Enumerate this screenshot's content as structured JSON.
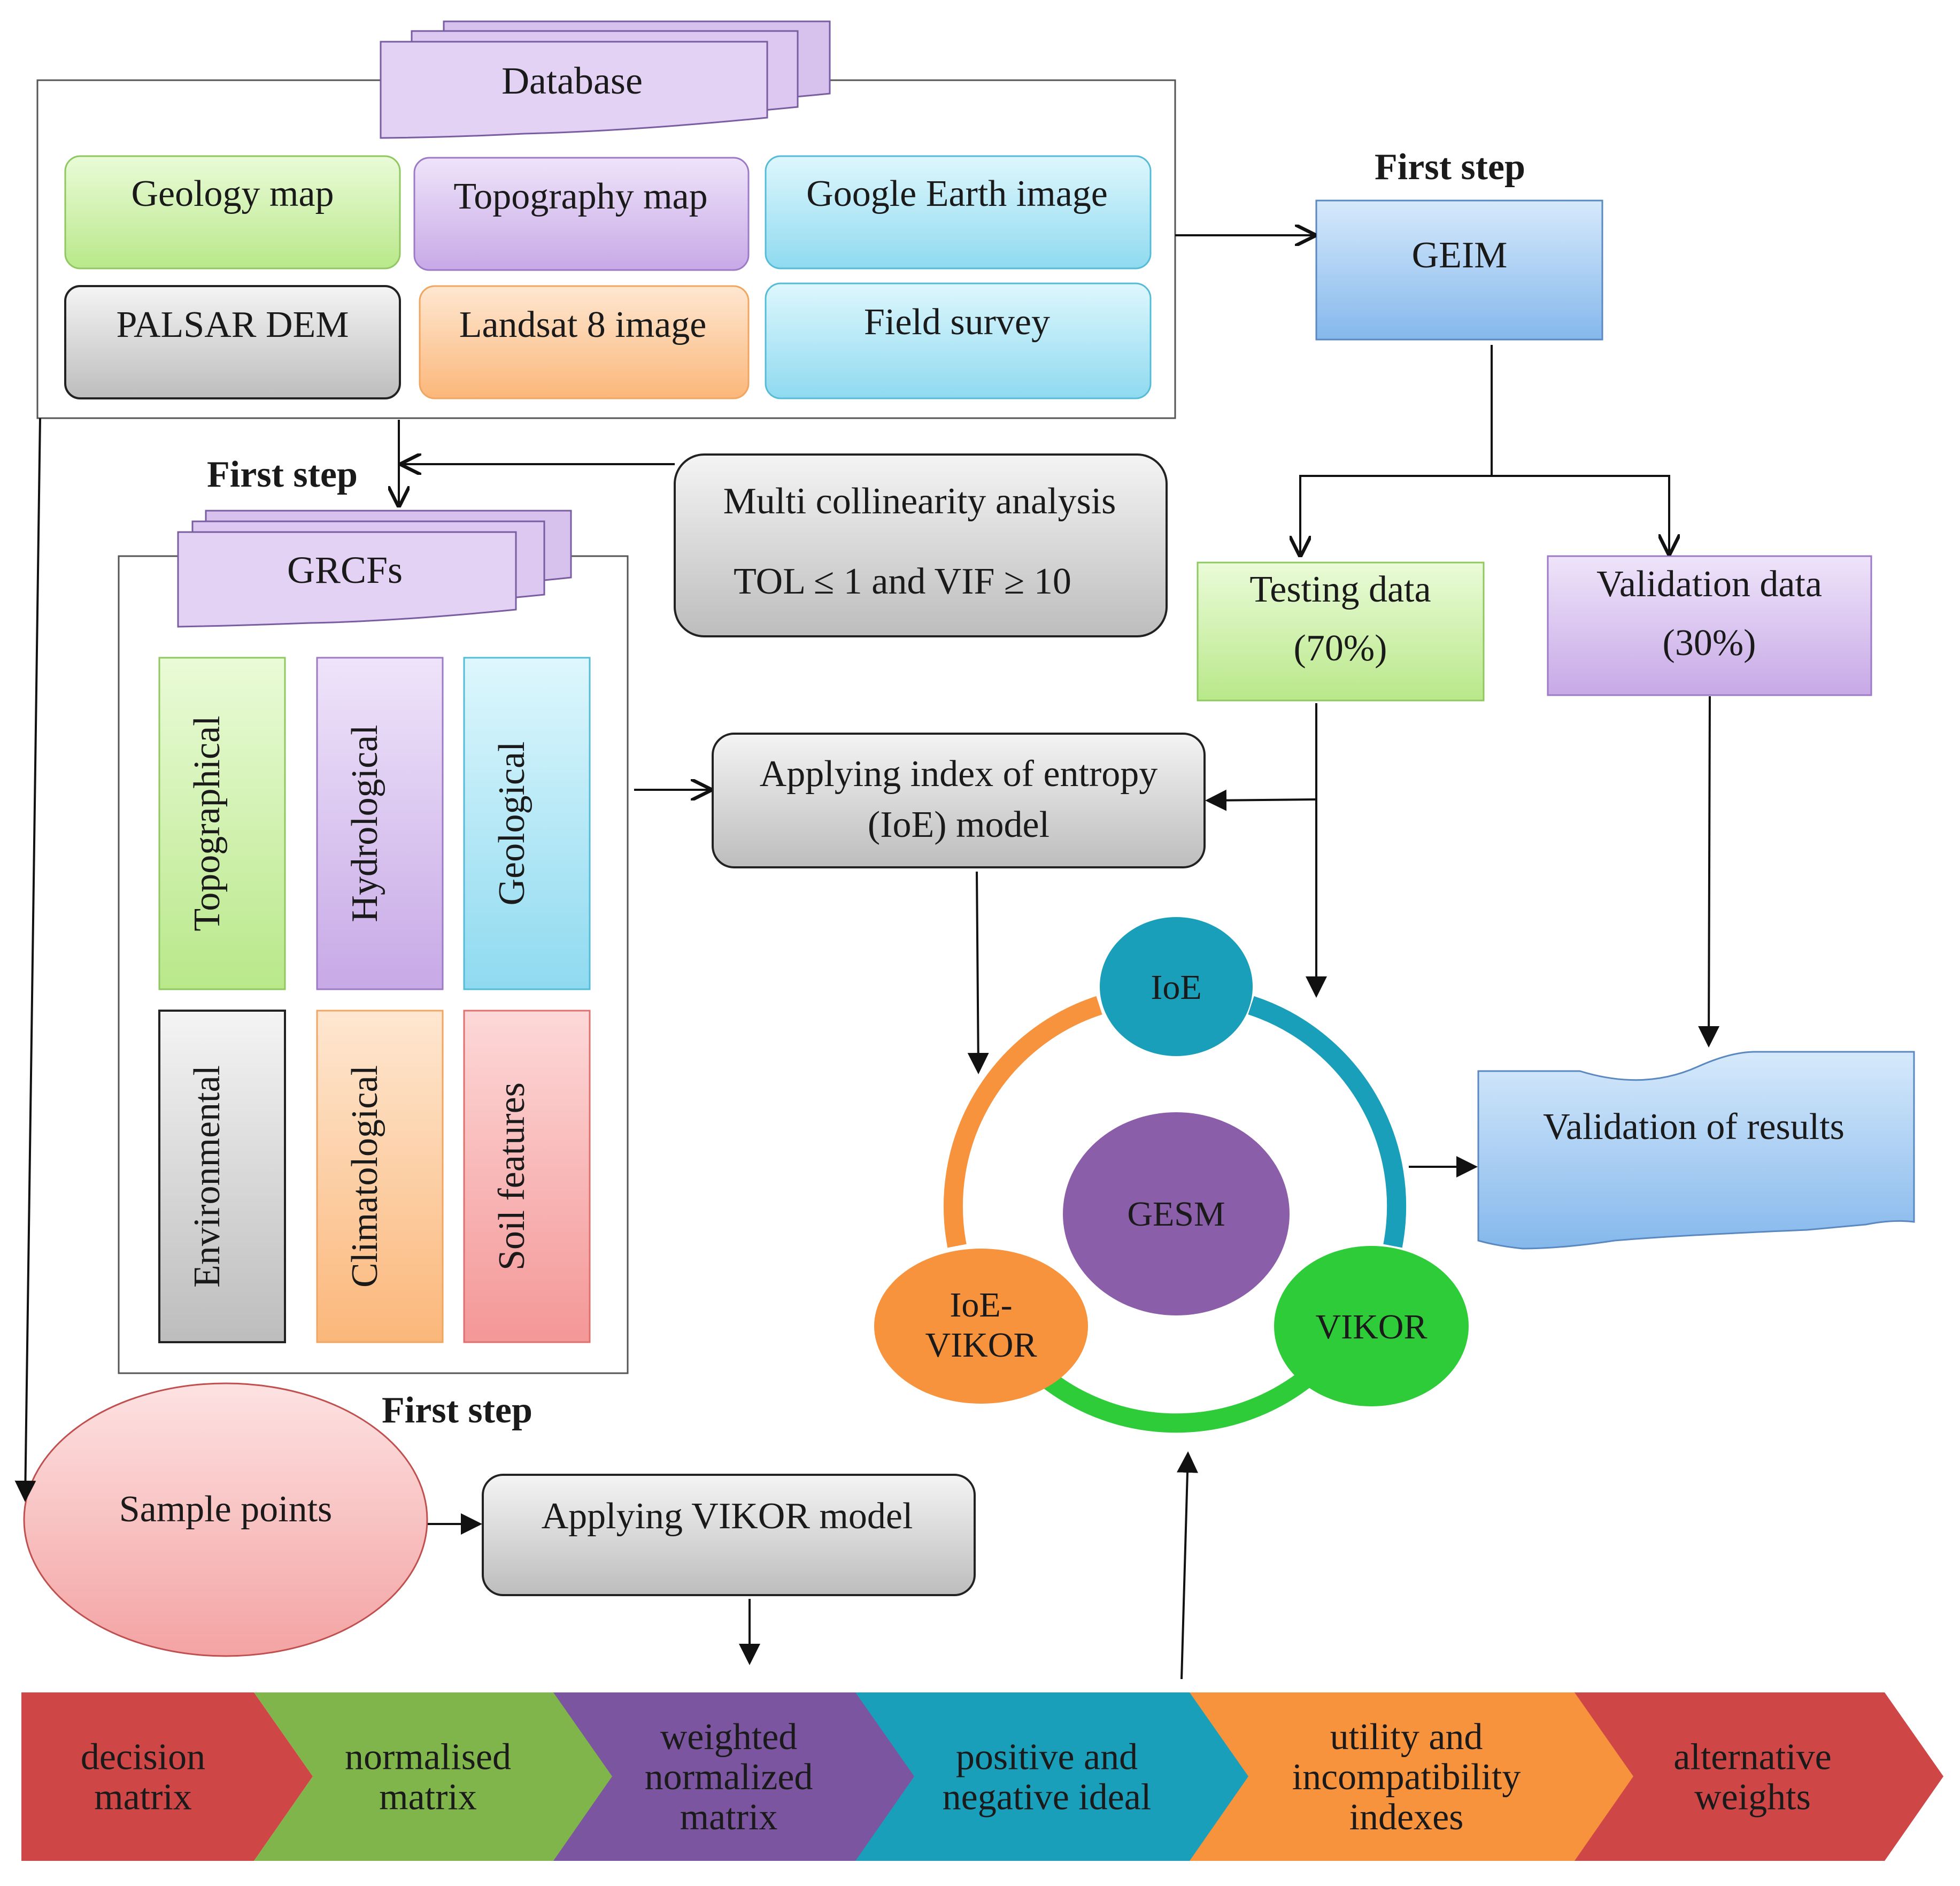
{
  "database": {
    "title": "Database",
    "sources": [
      "Geology map",
      "Topography map",
      "Google Earth image",
      "PALSAR DEM",
      "Landsat 8 image",
      "Field survey"
    ]
  },
  "step_labels": {
    "geim": "First step",
    "grcfs": "First step",
    "vikor": "First step"
  },
  "geim": "GEIM",
  "multicollinearity": {
    "line1": "Multi collinearity analysis",
    "line2": "TOL ≤ 1 and VIF ≥ 10"
  },
  "testing": {
    "line1": "Testing data",
    "line2": "(70%)"
  },
  "validation": {
    "line1": "Validation data",
    "line2": "(30%)"
  },
  "grcfs": {
    "title": "GRCFs",
    "factors": [
      "Topographical",
      "Hydrological",
      "Geological",
      "Environmental",
      "Climatological",
      "Soil features"
    ]
  },
  "ioe_model": {
    "line1": "Applying index of entropy",
    "line2": "(IoE) model"
  },
  "cycle": {
    "center": "GESM",
    "ioe": "IoE",
    "vikor": "VIKOR",
    "ioe_vikor_line1": "IoE-",
    "ioe_vikor_line2": "VIKOR"
  },
  "validation_results": "Validation of results",
  "sample_points": "Sample points",
  "vikor_model": "Applying VIKOR model",
  "vikor_steps": [
    {
      "lines": [
        "decision",
        "matrix"
      ]
    },
    {
      "lines": [
        "normalised",
        "matrix"
      ]
    },
    {
      "lines": [
        "weighted",
        "normalized",
        "matrix"
      ]
    },
    {
      "lines": [
        "positive and",
        "negative ideal"
      ]
    },
    {
      "lines": [
        "utility and",
        "incompatibility",
        "indexes"
      ]
    },
    {
      "lines": [
        "alternative",
        "weights"
      ]
    }
  ],
  "colors": {
    "green_box": "#cdf0a8",
    "purple_box": "#d7c2ee",
    "cyan_box": "#b0e8f5",
    "gray_box": "#d6d6d6",
    "orange_box": "#fccfa4",
    "blue_box": "#a6ccf2",
    "pink_box": "#f9b1b1",
    "ioe_circle": "#1a9fbb",
    "gesm_circle": "#8a5ea8",
    "vikor_circle": "#2fcc3a",
    "ioe_vikor_circle": "#f7923d",
    "chevrons": [
      "#cf4646",
      "#7fb54a",
      "#7b559f",
      "#1a9fbb",
      "#f7923d",
      "#cf4646"
    ]
  }
}
